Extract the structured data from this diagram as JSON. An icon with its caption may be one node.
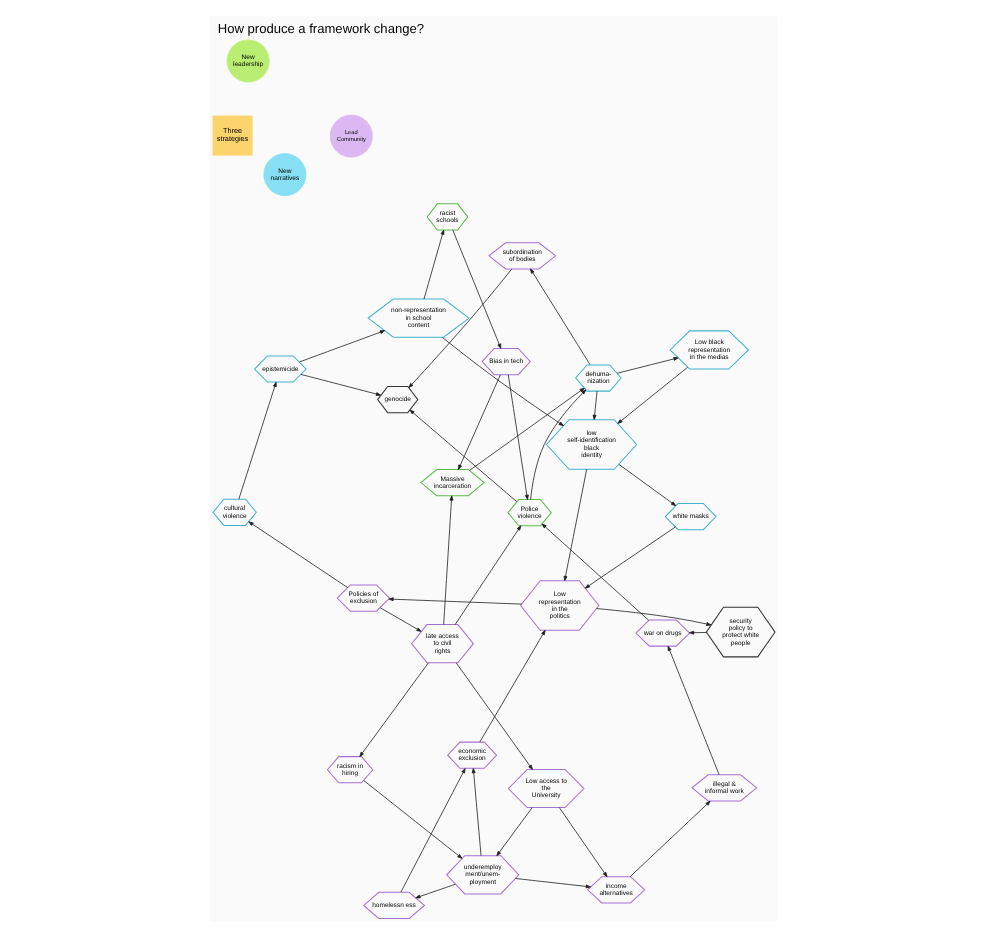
{
  "diagram": {
    "title": "How produce a framework change?",
    "nodes": [
      {
        "text": [
          "Three strategies"
        ]
      },
      {
        "text": [
          "Lead Community"
        ]
      },
      {
        "text": [
          "New narratives"
        ]
      },
      {
        "text": [
          "New leadership"
        ]
      },
      {
        "text": [
          "cultural violence"
        ]
      },
      {
        "text": [
          "epistemicide"
        ]
      },
      {
        "text": [
          "non-representation in school content"
        ]
      },
      {
        "text": [
          "racist schools"
        ]
      },
      {
        "text": [
          "Policies of exclusion"
        ]
      },
      {
        "text": [
          "late access to civil rights"
        ]
      },
      {
        "text": [
          "Low representation in the politics"
        ]
      },
      {
        "text": [
          "security policy to protect white people"
        ]
      },
      {
        "text": [
          "Police violence"
        ]
      },
      {
        "text": [
          "Low access to the University"
        ]
      },
      {
        "text": [
          "war on drugs"
        ]
      },
      {
        "text": [
          "Massive incarceration"
        ]
      },
      {
        "text": [
          "Bias in tech"
        ]
      },
      {
        "text": [
          "white masks"
        ]
      },
      {
        "text": [
          "genocide"
        ]
      },
      {
        "text": [
          "racism in hiring"
        ]
      },
      {
        "text": [
          "illegal & informal work"
        ]
      },
      {
        "text": [
          "subordination of bodies"
        ]
      },
      {
        "text": [
          "low self-identification black identity"
        ]
      },
      {
        "text": [
          "income alternatives"
        ]
      },
      {
        "text": [
          "underemploy ment/unem- ployment"
        ]
      },
      {
        "text": [
          "economic exclusion"
        ]
      },
      {
        "text": [
          "Low black representation in the medias"
        ]
      },
      {
        "text": [
          "dehuma- nization"
        ]
      },
      {
        "text": [
          "homelessn ess"
        ]
      }
    ],
    "edges": [
      {
        "from": 8,
        "to": 4,
        "arrow": "to"
      },
      {
        "from": 4,
        "to": 5,
        "arrow": "to"
      },
      {
        "from": 5,
        "to": 6,
        "arrow": "to"
      },
      {
        "from": 6,
        "to": 7,
        "arrow": "to"
      },
      {
        "from": 6,
        "to": 22,
        "arrow": "to"
      },
      {
        "from": 5,
        "to": 18,
        "arrow": "to"
      },
      {
        "from": 8,
        "to": 9,
        "arrow": "to"
      },
      {
        "from": 10,
        "to": 8,
        "arrow": "to"
      },
      {
        "from": 10,
        "to": 11,
        "arrow": "to"
      },
      {
        "from": 9,
        "to": 12,
        "arrow": "to"
      },
      {
        "from": 9,
        "to": 15,
        "arrow": "to"
      },
      {
        "from": 9,
        "to": 13,
        "arrow": "to"
      },
      {
        "from": 9,
        "to": 19,
        "arrow": "to"
      },
      {
        "from": 7,
        "to": 16,
        "arrow": "to"
      },
      {
        "from": 11,
        "to": 14,
        "arrow": "to"
      },
      {
        "from": 14,
        "to": 12,
        "arrow": "to"
      },
      {
        "from": 12,
        "to": 18,
        "arrow": "to"
      },
      {
        "from": 16,
        "to": 12,
        "arrow": "to"
      },
      {
        "from": 16,
        "to": 15,
        "arrow": "to"
      },
      {
        "from": 13,
        "to": 23,
        "arrow": "to"
      },
      {
        "from": 13,
        "to": 24,
        "arrow": "to"
      },
      {
        "from": 19,
        "to": 24,
        "arrow": "to"
      },
      {
        "from": 20,
        "to": 14,
        "arrow": "to"
      },
      {
        "from": 23,
        "to": 20,
        "arrow": "to"
      },
      {
        "from": 12,
        "to": 27,
        "arrow": "to"
      },
      {
        "from": 15,
        "to": 27,
        "arrow": "to"
      },
      {
        "from": 27,
        "to": 26,
        "arrow": "to"
      },
      {
        "from": 27,
        "to": 22,
        "arrow": "to"
      },
      {
        "from": 27,
        "to": 21,
        "arrow": "to"
      },
      {
        "from": 21,
        "to": 18,
        "arrow": "to"
      },
      {
        "from": 26,
        "to": 22,
        "arrow": "to"
      },
      {
        "from": 22,
        "to": 10,
        "arrow": "to"
      },
      {
        "from": 17,
        "to": 10,
        "arrow": "to"
      },
      {
        "from": 22,
        "to": 17,
        "arrow": "to"
      },
      {
        "from": 25,
        "to": 10,
        "arrow": "to"
      },
      {
        "from": 24,
        "to": 23,
        "arrow": "to"
      },
      {
        "from": 24,
        "to": 28,
        "arrow": "to"
      },
      {
        "from": 28,
        "to": 25,
        "arrow": "to"
      },
      {
        "from": 24,
        "to": 25,
        "arrow": "to"
      }
    ]
  }
}
